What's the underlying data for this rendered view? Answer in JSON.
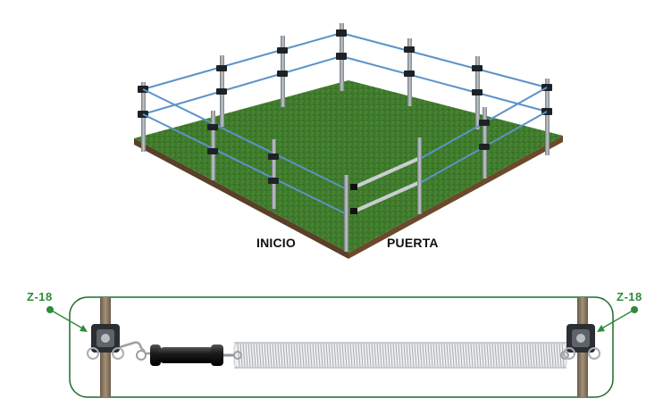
{
  "labels": {
    "start": "INICIO",
    "gate": "PUERTA",
    "insulator_left": "Z-18",
    "insulator_right": "Z-18"
  },
  "colors": {
    "grass": "#3f7a2c",
    "grass_dark": "#2f5e20",
    "soil_side": "#6b4a2c",
    "wire": "#5b93c9",
    "post": "#8e969c",
    "accent_green": "#2e8b3a",
    "detail_border": "#1f6b2a"
  },
  "icons": {
    "insulator": "gate-insulator-icon",
    "handle": "gate-handle-icon",
    "spring": "gate-spring-icon"
  }
}
